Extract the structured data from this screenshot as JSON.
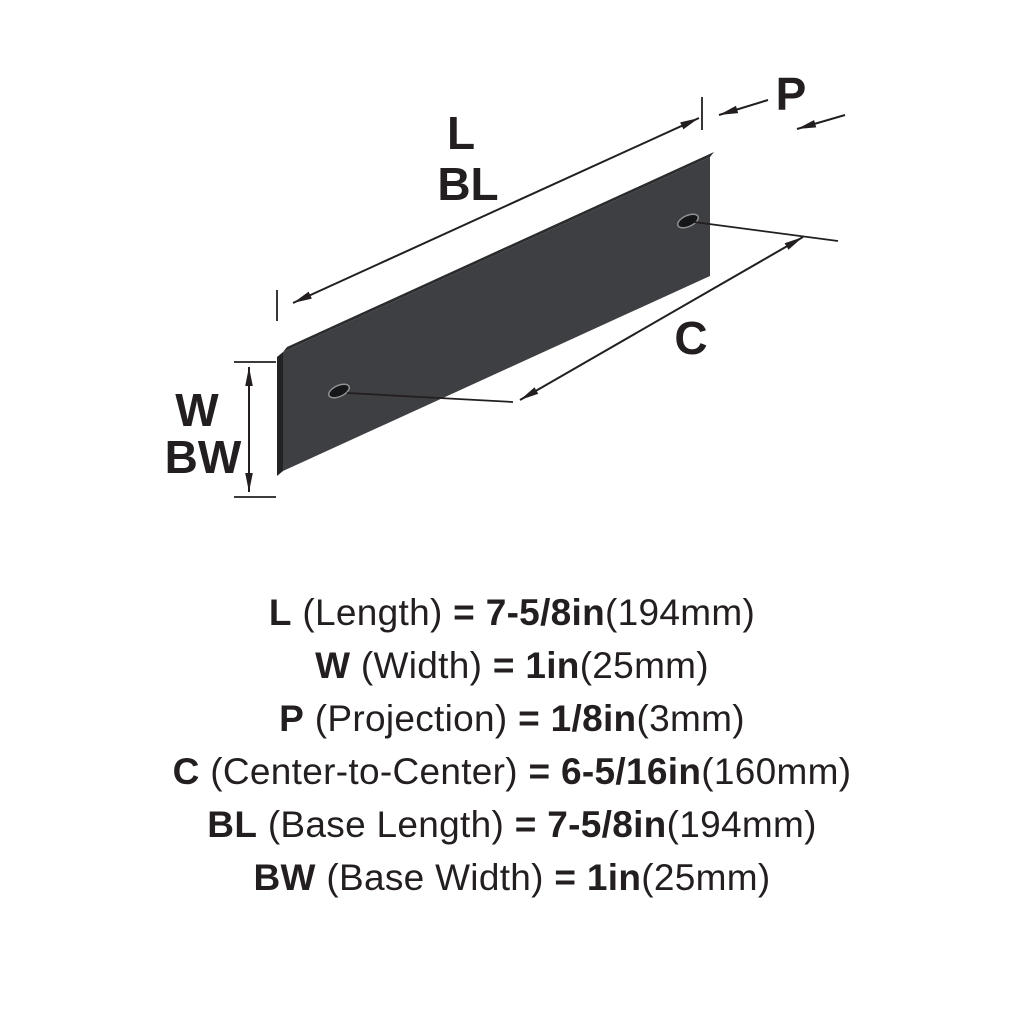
{
  "diagram": {
    "labels": {
      "length": "L",
      "base_length": "BL",
      "projection": "P",
      "center_to_center": "C",
      "width": "W",
      "base_width": "BW"
    },
    "colors": {
      "bar_face": "#3d3f42",
      "bar_top": "#2a2c2e",
      "bar_side": "#212325",
      "hole_fill": "#151617",
      "hole_rim": "#909396",
      "line": "#231f20"
    }
  },
  "specs": [
    {
      "code": "L",
      "desc": "(Length)",
      "eq": "=",
      "value": "7-5/8in",
      "metric": "(194mm)"
    },
    {
      "code": "W",
      "desc": "(Width)",
      "eq": "=",
      "value": "1in",
      "metric": "(25mm)"
    },
    {
      "code": "P",
      "desc": "(Projection)",
      "eq": "=",
      "value": "1/8in",
      "metric": "(3mm)"
    },
    {
      "code": "C",
      "desc": "(Center-to-Center)",
      "eq": "=",
      "value": "6-5/16in",
      "metric": "(160mm)"
    },
    {
      "code": "BL",
      "desc": "(Base Length)",
      "eq": "=",
      "value": "7-5/8in",
      "metric": "(194mm)"
    },
    {
      "code": "BW",
      "desc": "(Base Width)",
      "eq": "=",
      "value": "1in",
      "metric": "(25mm)"
    }
  ]
}
